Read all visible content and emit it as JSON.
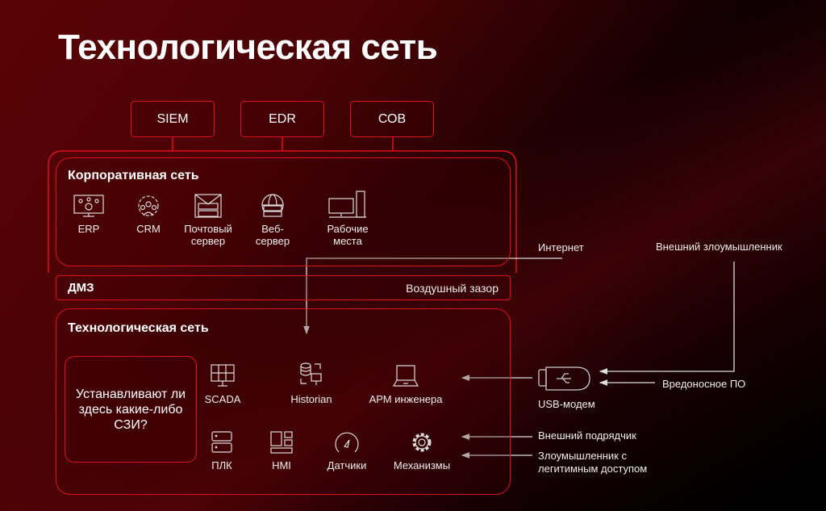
{
  "title": "Технологическая сеть",
  "tools": [
    "SIEM",
    "EDR",
    "СОВ"
  ],
  "corporate": {
    "title": "Корпоративная сеть",
    "items": [
      {
        "icon": "erp-icon",
        "label": "ERP"
      },
      {
        "icon": "crm-icon",
        "label": "CRM"
      },
      {
        "icon": "mail-server-icon",
        "label": "Почтовый сервер"
      },
      {
        "icon": "web-server-icon",
        "label": "Веб-сервер"
      },
      {
        "icon": "workstation-icon",
        "label": "Рабочие места"
      }
    ]
  },
  "dmz": {
    "title": "ДМЗ",
    "gap": "Воздушный зазор"
  },
  "tech": {
    "title": "Технологическая сеть",
    "question": "Устанавливают ли здесь какие-либо СЗИ?",
    "items": [
      {
        "icon": "scada-icon",
        "label": "SCADA"
      },
      {
        "icon": "historian-icon",
        "label": "Historian"
      },
      {
        "icon": "laptop-icon",
        "label": "АРМ инженера"
      },
      {
        "icon": "plc-icon",
        "label": "ПЛК"
      },
      {
        "icon": "hmi-icon",
        "label": "HMI"
      },
      {
        "icon": "gauge-icon",
        "label": "Датчики"
      },
      {
        "icon": "gear-icon",
        "label": "Механизмы"
      }
    ]
  },
  "threats": {
    "internet": "Интернет",
    "external_attacker": "Внешний злоумышленник",
    "malware": "Вредоносное ПО",
    "usb": "USB-модем",
    "contractor": "Внешний подрядчик",
    "insider": "Злоумышленник с легитимным доступом"
  },
  "colors": {
    "accent": "#e0101a"
  }
}
